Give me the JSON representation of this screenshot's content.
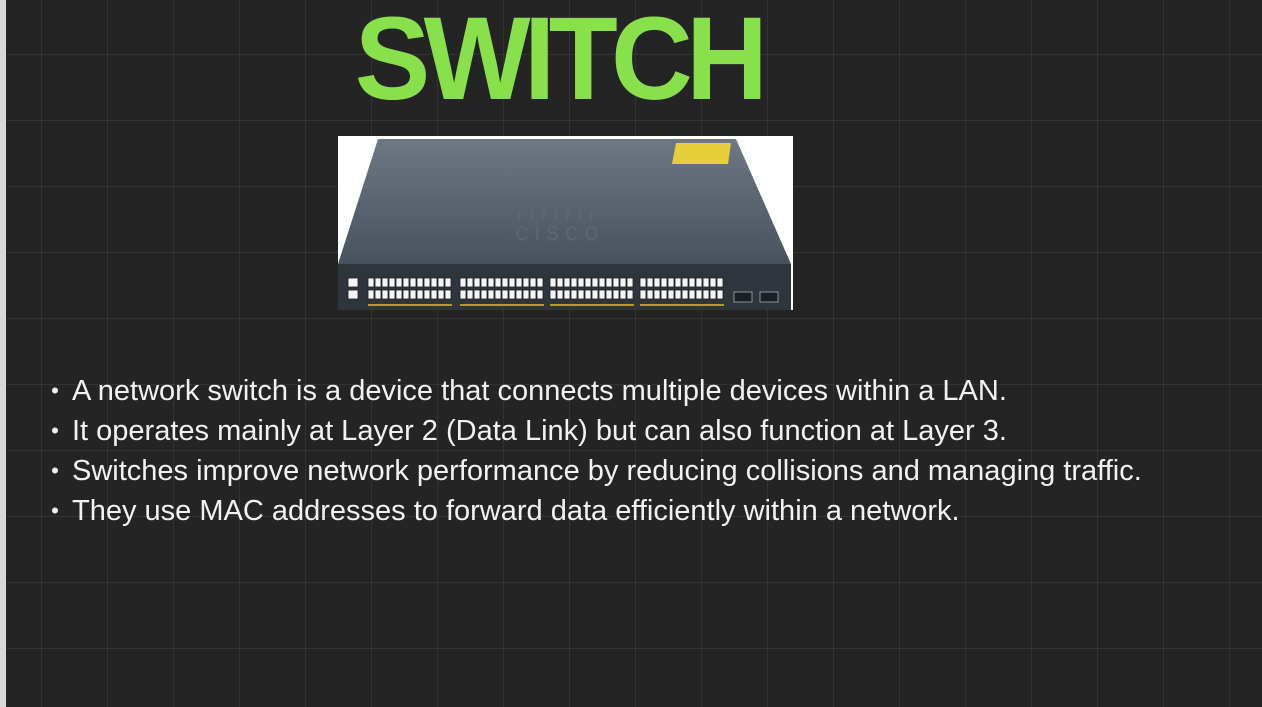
{
  "slide": {
    "title": "SWITCH",
    "image": {
      "alt": "Network switch",
      "brand_mark": "cisco"
    },
    "bullets": [
      {
        "text": "A network switch is a device that connects multiple devices within a LAN."
      },
      {
        "text": "It operates mainly at Layer 2 (Data Link) but can also function at Layer 3."
      },
      {
        "text": "Switches improve network performance by reducing collisions and managing traffic."
      },
      {
        "text": "They use MAC addresses to forward data efficiently within a network."
      }
    ],
    "bullet_symbol": "•"
  },
  "colors": {
    "background": "#242424",
    "title": "#88e04a",
    "body_text": "#f2f2f2",
    "left_strip": "#d9d9d9"
  }
}
